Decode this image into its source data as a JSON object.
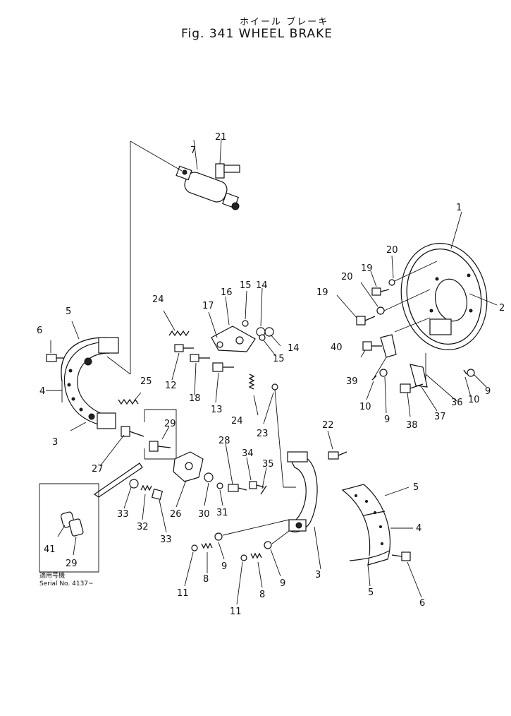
{
  "figure": {
    "title_jp": "ホイール ブレーキ",
    "title_en": "Fig. 341  WHEEL BRAKE"
  },
  "serial_note": {
    "jp": "適用号機",
    "en": "Serial No. 4137~"
  },
  "labels": [
    {
      "id": "p1",
      "text": "1"
    },
    {
      "id": "p2",
      "text": "2"
    },
    {
      "id": "p3a",
      "text": "3"
    },
    {
      "id": "p3b",
      "text": "3"
    },
    {
      "id": "p4a",
      "text": "4"
    },
    {
      "id": "p4b",
      "text": "4"
    },
    {
      "id": "p5a",
      "text": "5"
    },
    {
      "id": "p5b",
      "text": "5"
    },
    {
      "id": "p5c",
      "text": "5"
    },
    {
      "id": "p6a",
      "text": "6"
    },
    {
      "id": "p6b",
      "text": "6"
    },
    {
      "id": "p7",
      "text": "7"
    },
    {
      "id": "p8a",
      "text": "8"
    },
    {
      "id": "p8b",
      "text": "8"
    },
    {
      "id": "p9a",
      "text": "9"
    },
    {
      "id": "p9b",
      "text": "9"
    },
    {
      "id": "p9c",
      "text": "9"
    },
    {
      "id": "p9d",
      "text": "9"
    },
    {
      "id": "p10a",
      "text": "10"
    },
    {
      "id": "p10b",
      "text": "10"
    },
    {
      "id": "p11a",
      "text": "11"
    },
    {
      "id": "p11b",
      "text": "11"
    },
    {
      "id": "p12",
      "text": "12"
    },
    {
      "id": "p13",
      "text": "13"
    },
    {
      "id": "p14a",
      "text": "14"
    },
    {
      "id": "p14b",
      "text": "14"
    },
    {
      "id": "p15a",
      "text": "15"
    },
    {
      "id": "p15b",
      "text": "15"
    },
    {
      "id": "p16",
      "text": "16"
    },
    {
      "id": "p17",
      "text": "17"
    },
    {
      "id": "p18",
      "text": "18"
    },
    {
      "id": "p19a",
      "text": "19"
    },
    {
      "id": "p19b",
      "text": "19"
    },
    {
      "id": "p20a",
      "text": "20"
    },
    {
      "id": "p20b",
      "text": "20"
    },
    {
      "id": "p21",
      "text": "21"
    },
    {
      "id": "p22",
      "text": "22"
    },
    {
      "id": "p23",
      "text": "23"
    },
    {
      "id": "p24a",
      "text": "24"
    },
    {
      "id": "p24b",
      "text": "24"
    },
    {
      "id": "p25",
      "text": "25"
    },
    {
      "id": "p26",
      "text": "26"
    },
    {
      "id": "p27",
      "text": "27"
    },
    {
      "id": "p28",
      "text": "28"
    },
    {
      "id": "p29a",
      "text": "29"
    },
    {
      "id": "p29b",
      "text": "29"
    },
    {
      "id": "p30",
      "text": "30"
    },
    {
      "id": "p31",
      "text": "31"
    },
    {
      "id": "p32",
      "text": "32"
    },
    {
      "id": "p33a",
      "text": "33"
    },
    {
      "id": "p33b",
      "text": "33"
    },
    {
      "id": "p34",
      "text": "34"
    },
    {
      "id": "p35",
      "text": "35"
    },
    {
      "id": "p36",
      "text": "36"
    },
    {
      "id": "p37",
      "text": "37"
    },
    {
      "id": "p38",
      "text": "38"
    },
    {
      "id": "p39",
      "text": "39"
    },
    {
      "id": "p40",
      "text": "40"
    },
    {
      "id": "p41",
      "text": "41"
    }
  ]
}
